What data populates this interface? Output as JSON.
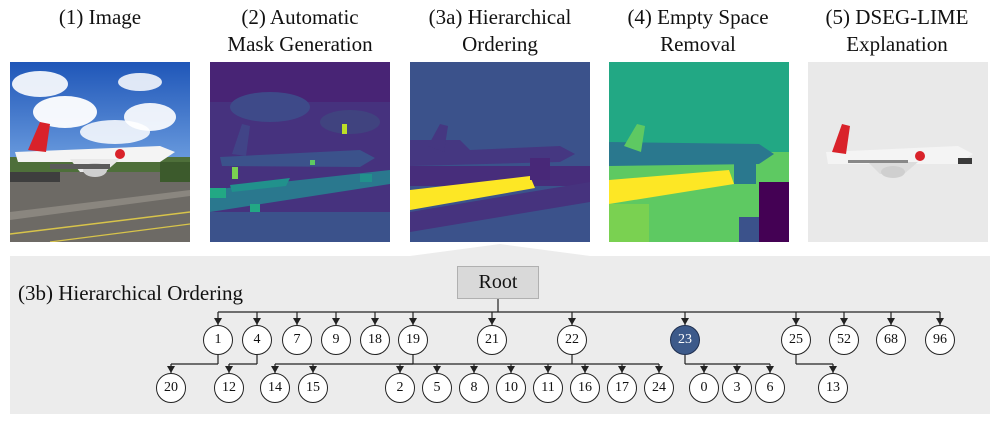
{
  "panels": {
    "p1": {
      "l1": "(1) Image",
      "l2": ""
    },
    "p2": {
      "l1": "(2) Automatic",
      "l2": "Mask Generation"
    },
    "p3": {
      "l1": "(3a) Hierarchical",
      "l2": "Ordering"
    },
    "p4": {
      "l1": "(4) Empty Space",
      "l2": "Removal"
    },
    "p5": {
      "l1": "(5) DSEG-LIME",
      "l2": "Explanation"
    }
  },
  "tree": {
    "title": "(3b) Hierarchical Ordering",
    "root": "Root",
    "level1": [
      "1",
      "4",
      "7",
      "9",
      "18",
      "19",
      "21",
      "22",
      "23",
      "25",
      "52",
      "68",
      "96"
    ],
    "selected": "23",
    "children": {
      "1": [
        "20"
      ],
      "4": [
        "12"
      ],
      "19": [
        "14",
        "15"
      ],
      "22": [
        "2",
        "5",
        "8",
        "10",
        "11",
        "16",
        "17",
        "24"
      ],
      "23": [
        "0",
        "3",
        "6"
      ],
      "25": [
        "13"
      ]
    }
  },
  "colors": {
    "viridis_dark": "#440154",
    "viridis_blue": "#3b528b",
    "viridis_teal": "#21918c",
    "viridis_green": "#5ec962",
    "viridis_yellow": "#fde725",
    "selected_node": "#3d5a8a",
    "tree_bg": "#ececec"
  }
}
